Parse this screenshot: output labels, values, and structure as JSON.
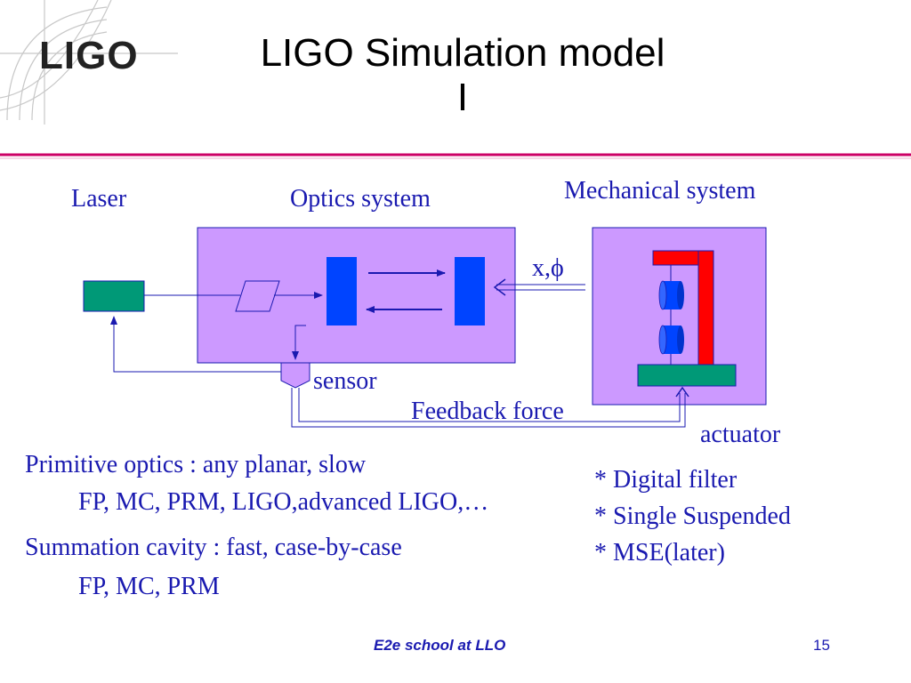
{
  "slide": {
    "logo_text": "LIGO",
    "title_line1": "LIGO Simulation model",
    "title_line2": "I",
    "footer_center": "E2e school at LLO",
    "page_number": "15"
  },
  "diagram": {
    "labels": {
      "laser": "Laser",
      "optics": "Optics system",
      "mechanical": "Mechanical system",
      "x_phi": "x,ϕ",
      "sensor": "sensor",
      "feedback": "Feedback force",
      "actuator": "actuator"
    },
    "colors": {
      "box_fill": "#cc99ff",
      "mirror": "#0044ff",
      "laser_block": "#009977",
      "suspension": "#ff0000",
      "arrow": "#1a1ab0",
      "divider": "#cc0066"
    }
  },
  "text": {
    "primitive_line1": "Primitive optics : any planar, slow",
    "primitive_line2": "FP, MC, PRM, LIGO,advanced LIGO,…",
    "summation_line1": "Summation cavity : fast, case-by-case",
    "summation_line2": "FP, MC, PRM",
    "bullets": [
      "* Digital filter",
      "* Single Suspended",
      "* MSE(later)"
    ]
  }
}
